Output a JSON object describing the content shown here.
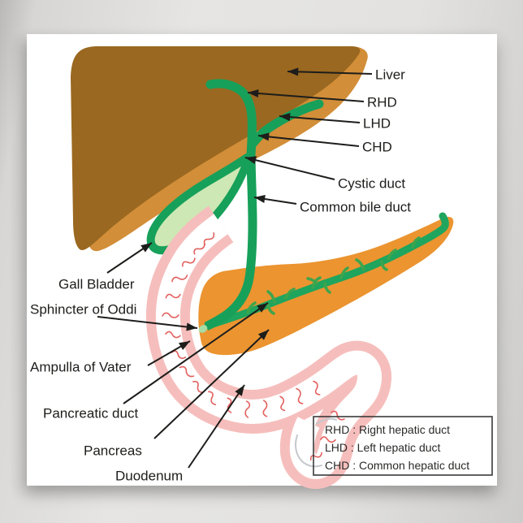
{
  "labels": {
    "liver": "Liver",
    "rhd": "RHD",
    "lhd": "LHD",
    "chd": "CHD",
    "cystic_duct": "Cystic duct",
    "common_bile_duct": "Common bile duct",
    "gall_bladder": "Gall Bladder",
    "sphincter_of_oddi": "Sphincter of Oddi",
    "ampulla_of_vater": "Ampulla of Vater",
    "pancreatic_duct": "Pancreatic duct",
    "pancreas": "Pancreas",
    "duodenum": "Duodenum"
  },
  "legend": {
    "lines": [
      "RHD : Right hepatic duct",
      "LHD : Left hepatic duct",
      "CHD : Common hepatic duct"
    ]
  },
  "colors": {
    "liver_dark": "#9A6820",
    "liver_light": "#D28E38",
    "duct_green": "#17A05A",
    "duct_branch_green": "#3FA44C",
    "gall_bladder_fill": "#CDE8B4",
    "ampulla_fill": "#A6DCA6",
    "pancreas_orange": "#EB9430",
    "duodenum_pink": "#F5BEBC",
    "fold_red": "#E2605E",
    "faded_wisp_gray": "#C4C8CC",
    "line_black": "#1D1D1B",
    "poster_white": "#FFFFFF",
    "background_gray": "#DFDEDC"
  }
}
